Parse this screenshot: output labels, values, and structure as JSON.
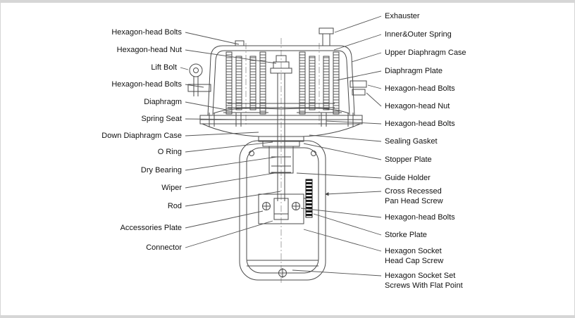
{
  "diagram": {
    "left_labels": [
      {
        "text": "Hexagon-head Bolts"
      },
      {
        "text": "Hexagon-head Nut"
      },
      {
        "text": "Lift Bolt"
      },
      {
        "text": "Hexagon-head Bolts"
      },
      {
        "text": "Diaphragm"
      },
      {
        "text": "Spring Seat"
      },
      {
        "text": "Down Diaphragm Case"
      },
      {
        "text": "O Ring"
      },
      {
        "text": "Dry Bearing"
      },
      {
        "text": "Wiper"
      },
      {
        "text": "Rod"
      },
      {
        "text": "Accessories Plate"
      },
      {
        "text": "Connector"
      }
    ],
    "right_labels": [
      {
        "text": "Exhauster"
      },
      {
        "text": "Inner&Outer Spring"
      },
      {
        "text": "Upper Diaphragm Case"
      },
      {
        "text": "Diaphragm Plate"
      },
      {
        "text": "Hexagon-head Bolts"
      },
      {
        "text": "Hexagon-head Nut"
      },
      {
        "text": "Hexagon-head Bolts"
      },
      {
        "text": "Sealing Gasket"
      },
      {
        "text": "Stopper Plate"
      },
      {
        "text": "Guide Holder"
      },
      {
        "text": "Cross Recessed\nPan Head Screw"
      },
      {
        "text": "Hexagon-head Bolts"
      },
      {
        "text": "Storke Plate"
      },
      {
        "text": "Hexagon Socket\nHead Cap Screw"
      },
      {
        "text": "Hexagon Socket Set\nScrews With Flat Point"
      }
    ],
    "colors": {
      "drawing_line": "#4a4a4a",
      "label_text": "#111111",
      "frame_border": "#d6d6d6",
      "stroke_plate_fill": "#161616"
    }
  }
}
